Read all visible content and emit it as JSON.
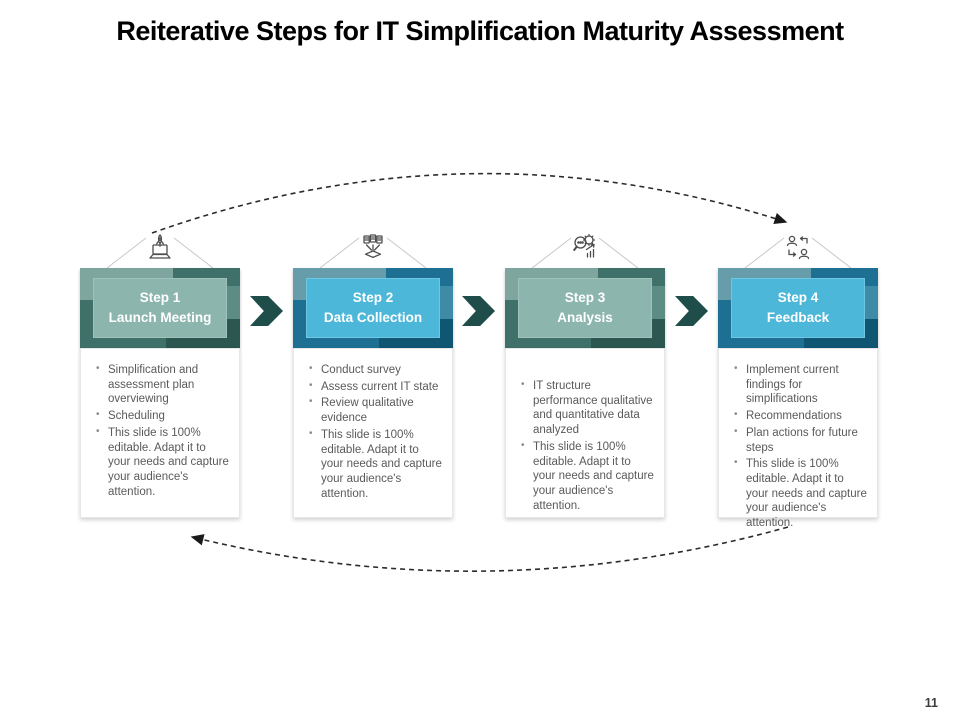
{
  "title": "Reiterative Steps for IT Simplification Maturity Assessment",
  "page_number": "11",
  "colors": {
    "teal_base": "#40706a",
    "teal_inner": "#8cb5ad",
    "teal_patch_light": "#7ea69e",
    "teal_patch_dark": "#2c5751",
    "blue_base": "#1d7092",
    "blue_inner": "#4db7d9",
    "blue_patch_light": "#679cab",
    "blue_patch_dark": "#0e5672",
    "chevron": "#1f4e4a",
    "dashed_arrow": "#2b2b2b",
    "body_text": "#5a5a5a"
  },
  "cycle_arrows": {
    "top_direction": "step1-to-step4",
    "bottom_direction": "step4-to-step1",
    "style": "dashed"
  },
  "steps": [
    {
      "step_label": "Step 1",
      "name": "Launch Meeting",
      "icon": "rocket-launch-icon",
      "theme": "teal",
      "bullets": [
        "Simplification and assessment plan overviewing",
        "Scheduling",
        "This slide is 100% editable. Adapt it to your needs and capture your audience's attention."
      ]
    },
    {
      "step_label": "Step 2",
      "name": "Data Collection",
      "icon": "data-collection-icon",
      "theme": "blue",
      "bullets": [
        "Conduct survey",
        "Assess current IT state",
        "Review qualitative evidence",
        "This slide is 100% editable. Adapt it to your needs and capture your audience's attention."
      ]
    },
    {
      "step_label": "Step 3",
      "name": "Analysis",
      "icon": "analysis-icon",
      "theme": "teal",
      "bullets": [
        "IT structure performance qualitative and quantitative data analyzed",
        "This slide is 100% editable. Adapt it to your needs and capture your audience's attention."
      ]
    },
    {
      "step_label": "Step 4",
      "name": "Feedback",
      "icon": "feedback-icon",
      "theme": "blue",
      "bullets": [
        "Implement current findings for simplifications",
        "Recommendations",
        "Plan actions for future steps",
        "This slide is 100% editable. Adapt it to your needs and capture your audience's attention."
      ]
    }
  ]
}
